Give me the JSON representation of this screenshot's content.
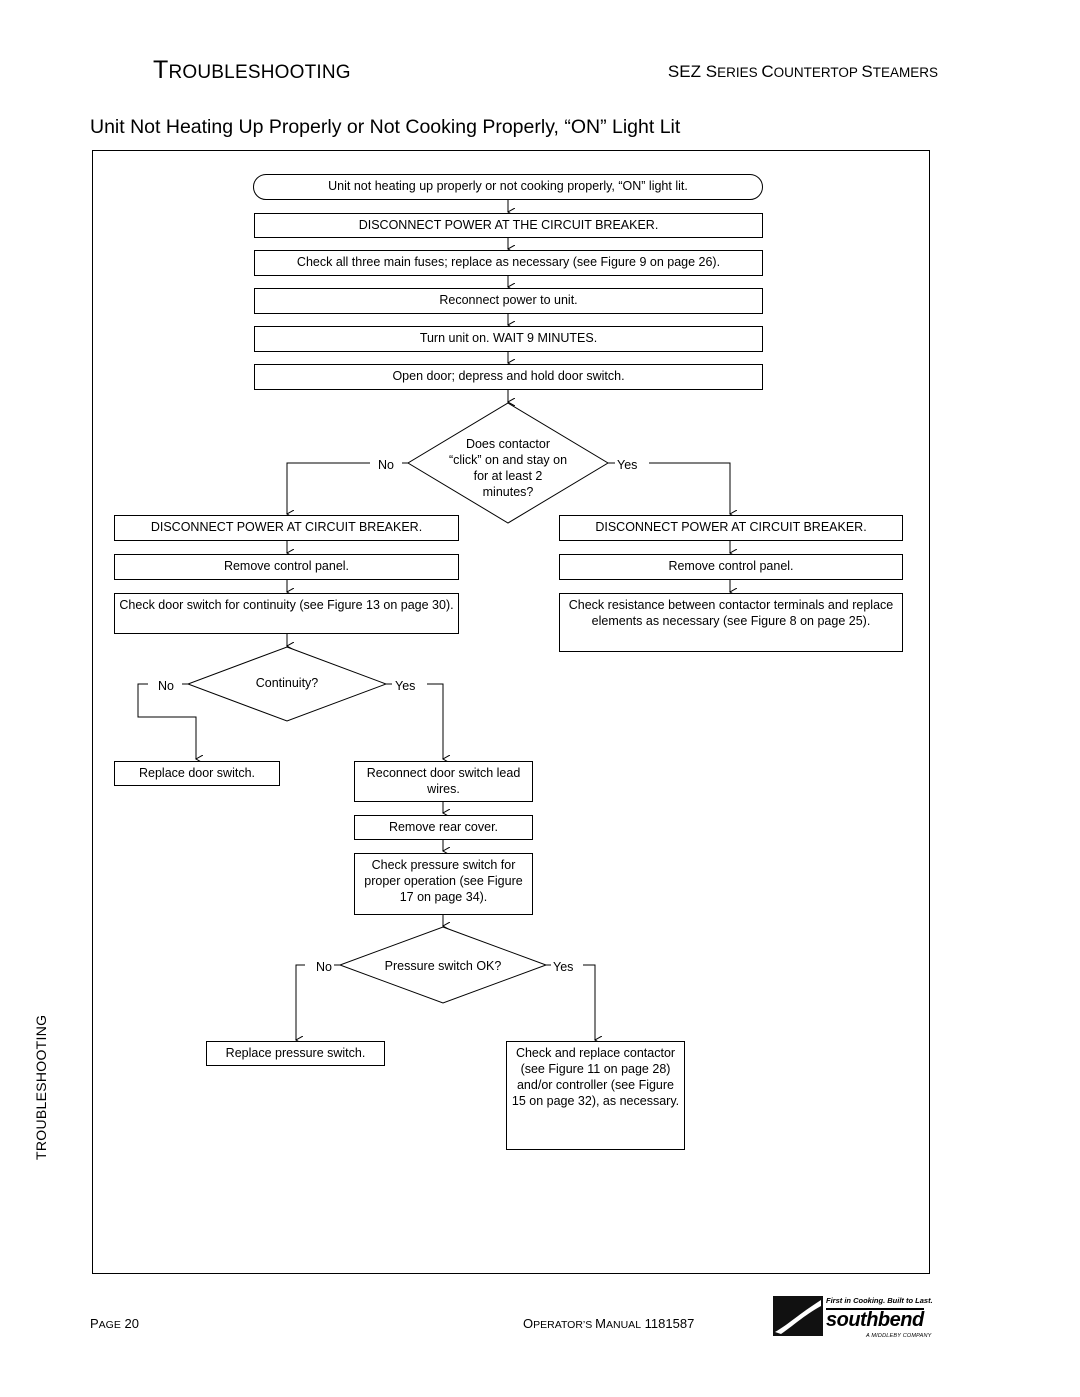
{
  "header": {
    "section_first": "T",
    "section_rest": "ROUBLESHOOTING",
    "product_parts": [
      {
        "text": "SEZ ",
        "size": "big"
      },
      {
        "text": "S",
        "size": "big"
      },
      {
        "text": "ERIES ",
        "size": "sm"
      },
      {
        "text": "C",
        "size": "big"
      },
      {
        "text": "OUNTERTOP ",
        "size": "sm"
      },
      {
        "text": "S",
        "size": "big"
      },
      {
        "text": "TEAMERS",
        "size": "sm"
      }
    ],
    "subtitle": "Unit Not Heating Up Properly or Not Cooking Properly, “ON” Light Lit"
  },
  "side_label": "TROUBLESHOOTING",
  "flowchart": {
    "start": "Unit not heating up properly or not cooking properly, “ON” light lit.",
    "step1": "DISCONNECT POWER AT THE CIRCUIT BREAKER.",
    "step2": "Check all three main fuses; replace as necessary (see Figure 9 on page 26).",
    "step3": "Reconnect power to unit.",
    "step4": "Turn unit on.  WAIT 9 MINUTES.",
    "step5": "Open door; depress and hold door switch.",
    "decision1": "Does contactor “click” on and stay on for at least 2 minutes?",
    "no": "No",
    "yes": "Yes",
    "left_disconnect": "DISCONNECT POWER AT CIRCUIT BREAKER.",
    "left_remove_panel": "Remove control panel.",
    "left_check_door": "Check door switch for continuity (see Figure 13 on page 30).",
    "right_disconnect": "DISCONNECT POWER AT CIRCUIT BREAKER.",
    "right_remove_panel": "Remove control panel.",
    "right_check_resistance": "Check resistance between contactor terminals and replace elements as necessary (see Figure 8 on page 25).",
    "decision2": "Continuity?",
    "replace_door_switch": "Replace door switch.",
    "reconnect_lead": "Reconnect door switch lead wires.",
    "remove_rear": "Remove rear cover.",
    "check_pressure": "Check pressure switch for proper operation (see Figure 17 on page 34).",
    "decision3": "Pressure switch OK?",
    "replace_pressure": "Replace pressure switch.",
    "check_replace": "Check and replace contactor (see Figure 11 on page 28) and/or controller (see Figure 15 on page 32), as necessary."
  },
  "footer": {
    "page_first": "P",
    "page_rest": "AGE",
    "page_num": "20",
    "manual_first": "O",
    "manual_rest": "PERATOR’S ",
    "manual_first2": "M",
    "manual_rest2": "ANUAL",
    "manual_num": "1181587"
  },
  "logo": {
    "tagline": "First in Cooking. Built to Last.",
    "word": "southbend",
    "sub": "A MIDDLEBY COMPANY"
  }
}
